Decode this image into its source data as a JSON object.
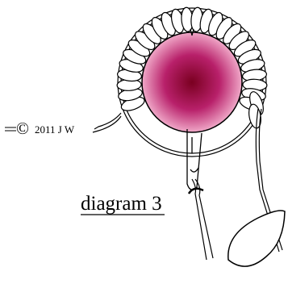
{
  "caption": "diagram 3",
  "copyright": {
    "symbol": "©",
    "text": "2011 J W"
  },
  "colors": {
    "bead_center": "#7a0020",
    "bead_mid": "#b8206a",
    "bead_edge": "#f0a8c8",
    "stroke": "#000000"
  },
  "icons": {
    "bead": "magenta-bead",
    "petals": "oval-petal-ring",
    "needle": "sewing-needle",
    "thimble": "leaf-shaped-thimble"
  }
}
